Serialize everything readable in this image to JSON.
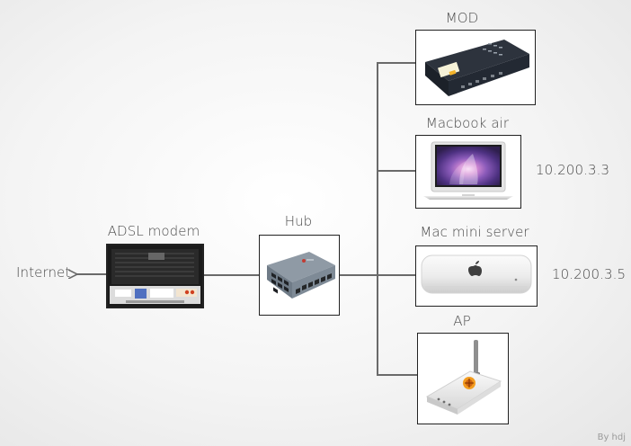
{
  "internet": {
    "label": "Internet"
  },
  "devices": {
    "adsl_modem": {
      "label": "ADSL modem"
    },
    "hub": {
      "label": "Hub"
    },
    "mod": {
      "label": "MOD"
    },
    "macbook_air": {
      "label": "Macbook air",
      "ip": "10.200.3.3"
    },
    "mac_mini_server": {
      "label": "Mac mini server",
      "ip": "10.200.3.5"
    },
    "ap": {
      "label": "AP"
    }
  },
  "footer": {
    "credit": "By hdj"
  },
  "icons": {
    "adsl_modem": "adsl-modem-photo",
    "hub": "network-hub-photo",
    "mod": "set-top-box-photo",
    "macbook_air": "laptop-photo",
    "mac_mini_server": "mac-mini-photo",
    "ap": "wireless-access-point-photo"
  },
  "colors": {
    "connector_lines": "#6a6a6a",
    "device_border": "#222222",
    "label_text": "#4a4a4a"
  }
}
